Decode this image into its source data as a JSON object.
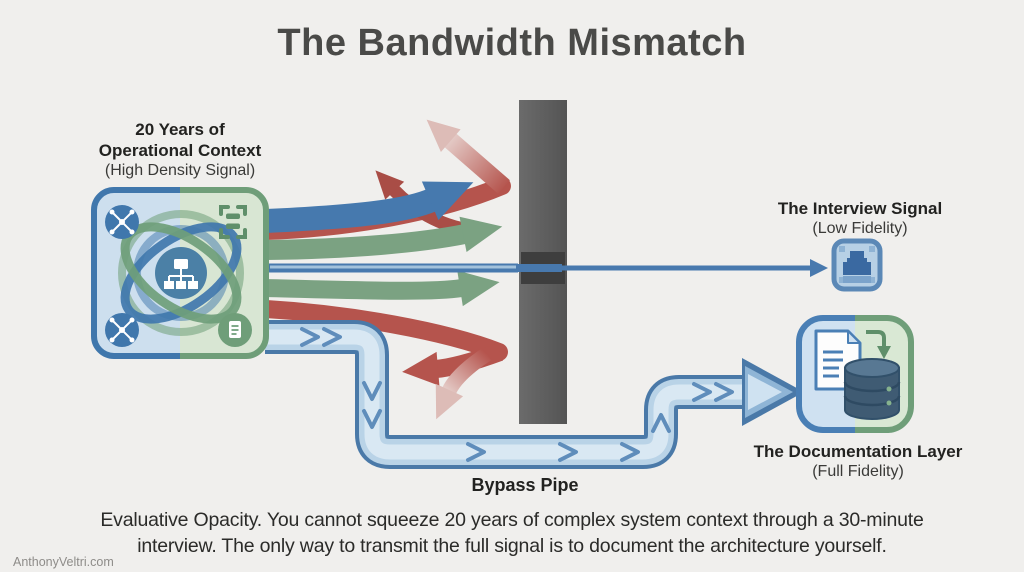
{
  "title": "The Bandwidth Mismatch",
  "high_density": {
    "line1": "20 Years of",
    "line2": "Operational Context",
    "subtitle": "(High Density Signal)"
  },
  "interview": {
    "title": "The Interview Signal",
    "subtitle": "(Low Fidelity)"
  },
  "documentation": {
    "title": "The Documentation Layer",
    "subtitle": "(Full Fidelity)"
  },
  "bypass": {
    "label": "Bypass Pipe"
  },
  "caption": {
    "line1": "Evaluative Opacity. You cannot squeeze 20 years of complex system context through a 30-minute",
    "line2": "interview. The only way to transmit the full signal is to document the architecture yourself."
  },
  "source_label": "AnthonyVeltri.com",
  "colors": {
    "background": "#f0efed",
    "signal_blue": "#4679ae",
    "signal_green": "#7ba282",
    "signal_red": "#b5544d",
    "wall_gray": "#5a5a5a",
    "pipe_fill": "#b9d3e7",
    "text_dark": "#2b2b29"
  }
}
